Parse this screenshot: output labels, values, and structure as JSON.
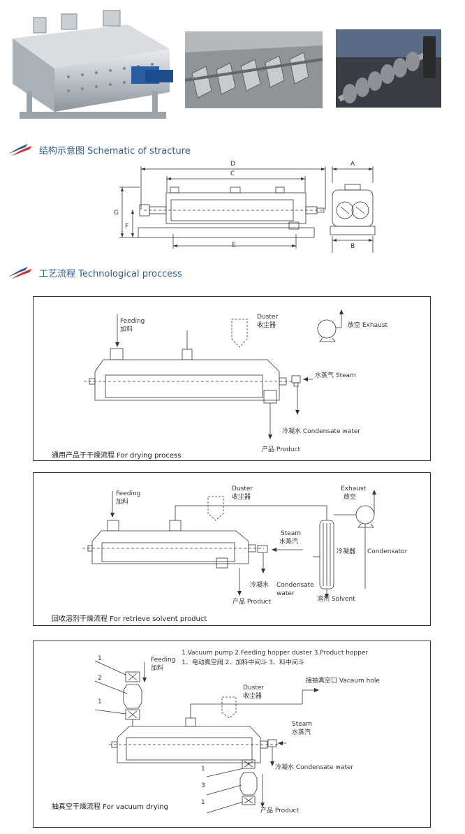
{
  "photos": [
    {
      "name": "dryer-machine-photo"
    },
    {
      "name": "paddle-interior-photo"
    },
    {
      "name": "paddle-shaft-photo"
    }
  ],
  "sections": {
    "schematic": {
      "title": "结构示意图 Schematic of stracture"
    },
    "process": {
      "title": "工艺流程 Technological proccess"
    }
  },
  "dims": {
    "D": "D",
    "C": "C",
    "A": "A",
    "G": "G",
    "F": "F",
    "E": "E",
    "B": "B"
  },
  "diagram1": {
    "feeding": "Feeding",
    "feeding_cn": "加料",
    "duster": "Duster",
    "duster_cn": "收尘器",
    "exhaust": "放空 Exhaust",
    "steam": "水蒸气 Steam",
    "condensate": "冷凝水 Condensate water",
    "product": "产品 Product",
    "caption": "通用产品于干燥流程 For drying process"
  },
  "diagram2": {
    "feeding": "Feeding",
    "feeding_cn": "加料",
    "duster": "Duster",
    "duster_cn": "收尘器",
    "exhaust": "Exhaust",
    "exhaust_cn": "放空",
    "steam": "Steam",
    "steam_cn": "水蒸汽",
    "condensator": "Condensator",
    "condensator_cn": "冷凝器",
    "condensate_cn": "冷凝水",
    "condensate_en": "Condensate",
    "condensate_en2": "water",
    "product": "产品 Product",
    "solvent": "溶剂 Solvent",
    "caption": "回收溶剂干燥流程 For retrieve solvent product"
  },
  "diagram3": {
    "legend_en": "1.Vacuum pump 2.Feeding hopper duster 3.Product hopper",
    "legend_cn": "1、电动真空阀 2、加料中间斗 3、料中间斗",
    "feeding": "Feeding",
    "feeding_cn": "加料",
    "duster": "Duster",
    "duster_cn": "收尘器",
    "vacuum": "接抽真空口 Vacaum hole",
    "steam": "Steam",
    "steam_cn": "水蒸汽",
    "condensate": "冷凝水 Condensate water",
    "product": "产品 Product",
    "n1": "1",
    "n2": "2",
    "n3": "3",
    "caption": "抽真空干燥流程 For vacuum drying"
  }
}
